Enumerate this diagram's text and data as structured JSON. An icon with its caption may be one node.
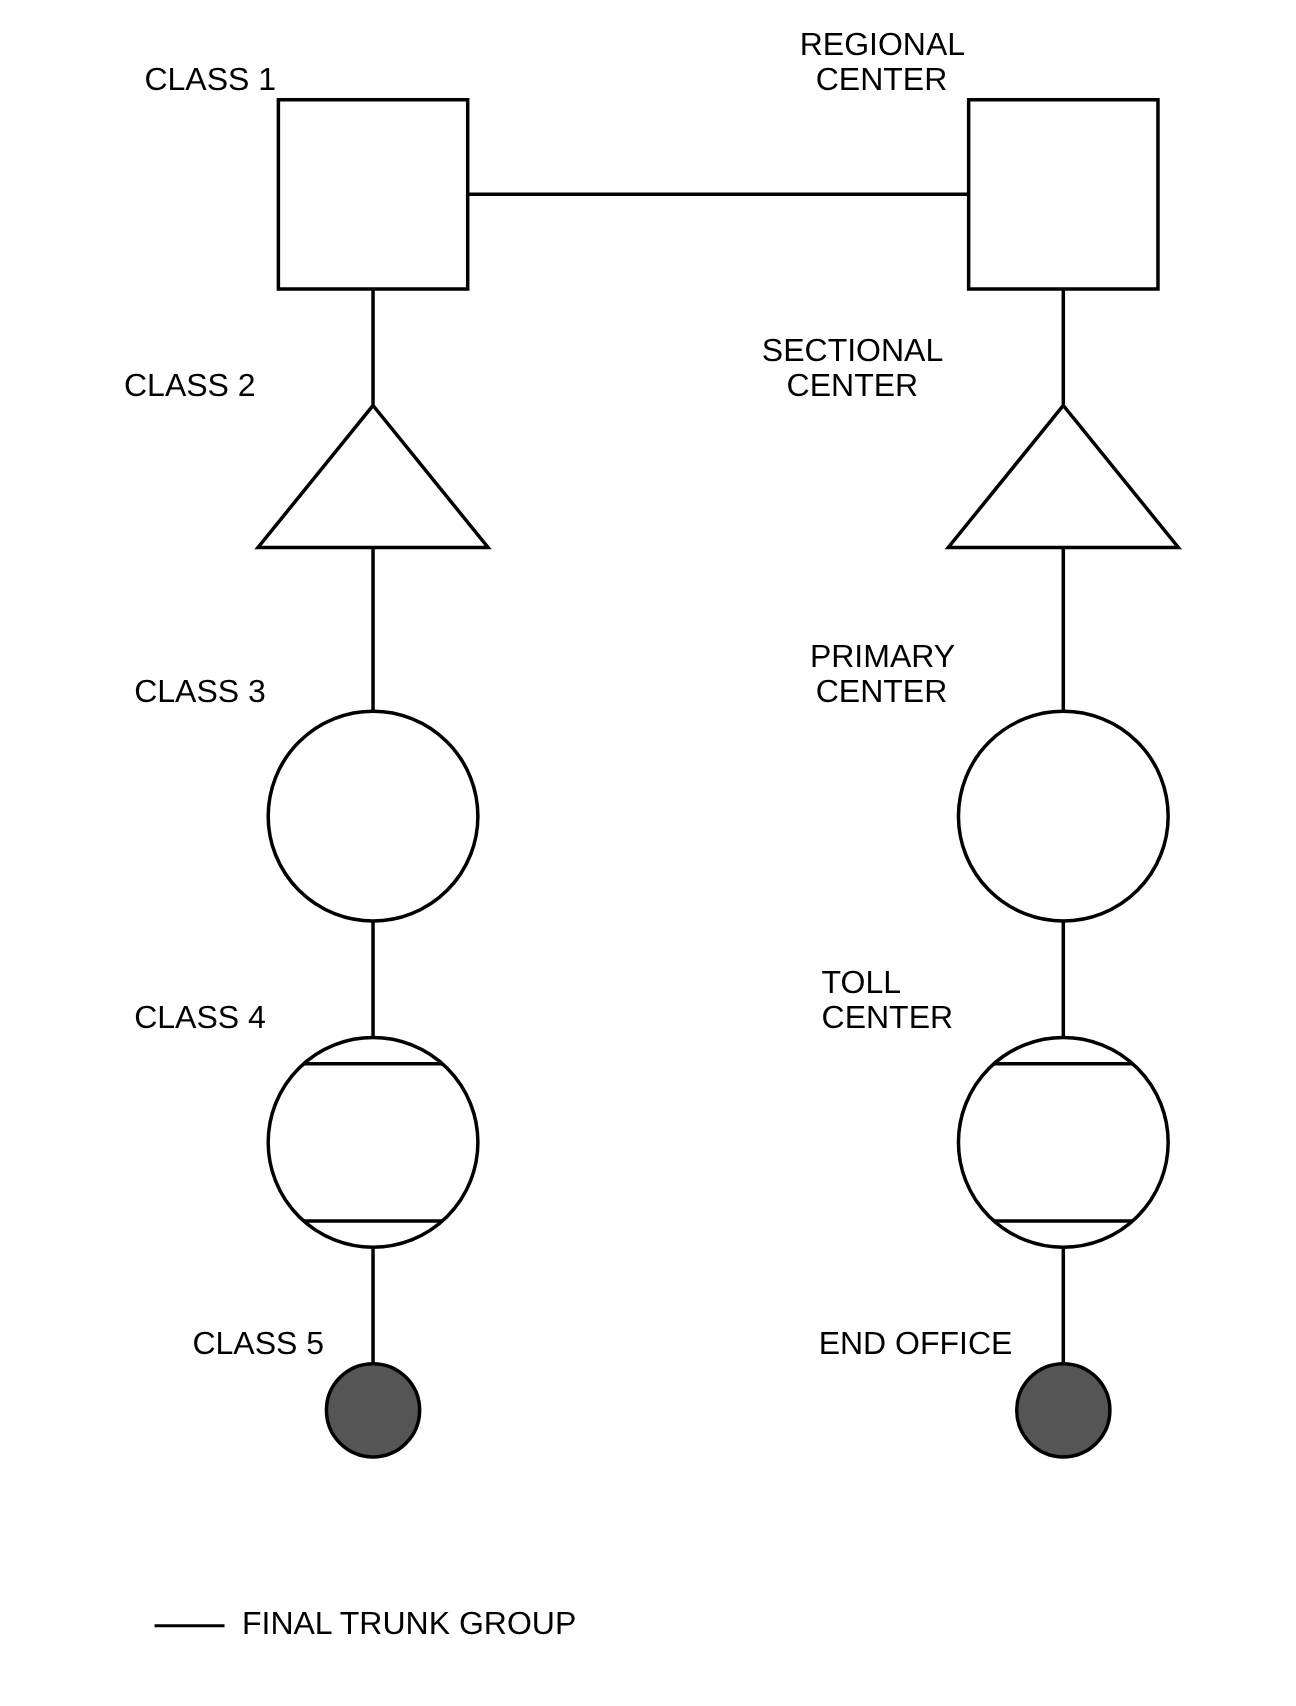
{
  "diagram": {
    "nodes": [
      {
        "text": [],
        "shape": "box",
        "beside": [
          "CLASS 1"
        ]
      },
      {
        "text": [],
        "shape": "triangle",
        "beside": [
          "CLASS 2"
        ]
      },
      {
        "text": [],
        "shape": "circle",
        "beside": [
          "CLASS 3"
        ]
      },
      {
        "text": [],
        "shape": "circle",
        "beside": [
          "CLASS 4"
        ]
      },
      {
        "text": [],
        "shape": "circle",
        "beside": [
          "CLASS 5"
        ]
      },
      {
        "text": [],
        "shape": "box",
        "beside": [
          "REGIONAL CENTER"
        ]
      },
      {
        "text": [],
        "shape": "triangle",
        "beside": [
          "SECTIONAL CENTER"
        ]
      },
      {
        "text": [],
        "shape": "circle",
        "beside": [
          "PRIMARY CENTER"
        ]
      },
      {
        "text": [],
        "shape": "circle",
        "beside": [
          "TOLL CENTER"
        ]
      },
      {
        "text": [],
        "shape": "circle",
        "beside": [
          "END OFFICE"
        ]
      }
    ],
    "edges": [
      {
        "from": 0,
        "to": 1,
        "arrow": "none"
      },
      {
        "from": 1,
        "to": 2,
        "arrow": "none"
      },
      {
        "from": 2,
        "to": 3,
        "arrow": "none"
      },
      {
        "from": 3,
        "to": 4,
        "arrow": "none"
      },
      {
        "from": 0,
        "to": 5,
        "arrow": "none"
      },
      {
        "from": 5,
        "to": 6,
        "arrow": "none"
      },
      {
        "from": 6,
        "to": 7,
        "arrow": "none"
      },
      {
        "from": 7,
        "to": 8,
        "arrow": "none"
      },
      {
        "from": 8,
        "to": 9,
        "arrow": "none"
      }
    ],
    "legend": [
      {
        "text": "FINAL TRUNK GROUP"
      }
    ]
  }
}
